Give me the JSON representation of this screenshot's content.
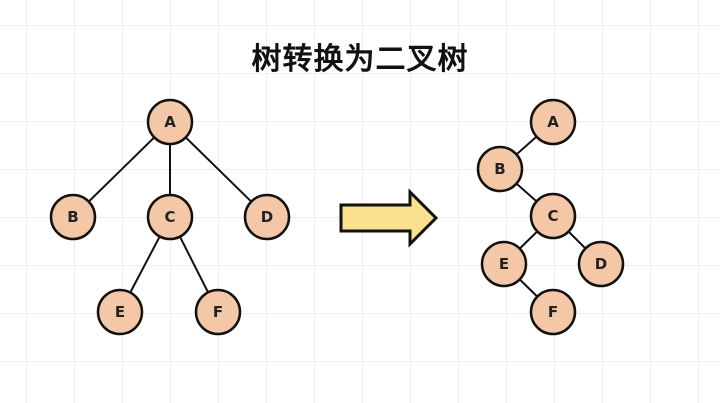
{
  "title": "树转换为二叉树",
  "colors": {
    "node_fill": "#f4c8a6",
    "node_stroke": "#111111",
    "edge": "#111111",
    "arrow_fill": "#fbe08d",
    "arrow_stroke": "#111111"
  },
  "left_tree": {
    "nodes": [
      "A",
      "B",
      "C",
      "D",
      "E",
      "F"
    ],
    "edges": [
      [
        "A",
        "B"
      ],
      [
        "A",
        "C"
      ],
      [
        "A",
        "D"
      ],
      [
        "C",
        "E"
      ],
      [
        "C",
        "F"
      ]
    ]
  },
  "right_tree": {
    "nodes": [
      "A",
      "B",
      "C",
      "E",
      "D",
      "F"
    ],
    "edges": [
      [
        "A",
        "B"
      ],
      [
        "B",
        "C"
      ],
      [
        "C",
        "E"
      ],
      [
        "C",
        "D"
      ],
      [
        "E",
        "F"
      ]
    ]
  },
  "arrow": {
    "icon": "right-arrow-icon"
  }
}
